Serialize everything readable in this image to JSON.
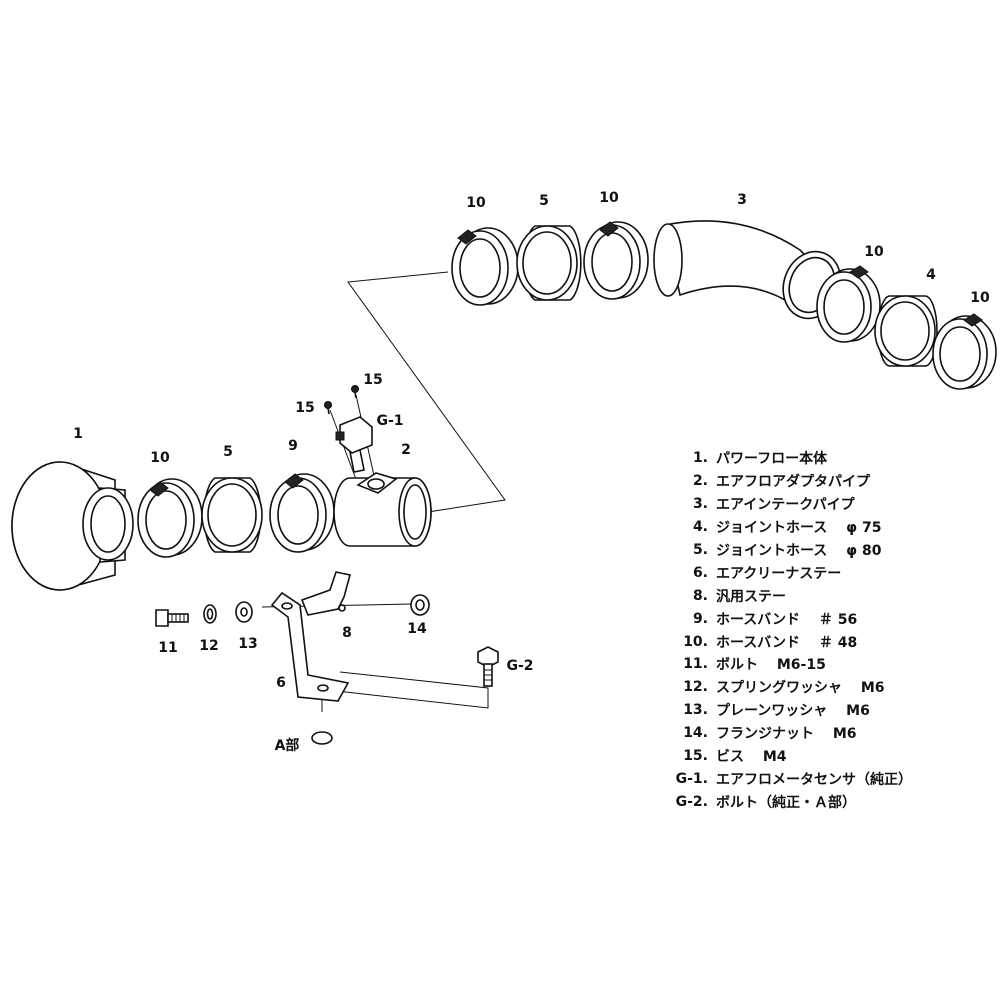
{
  "callouts": {
    "top_clamp_a": "10",
    "top_hose_5": "5",
    "top_clamp_b": "10",
    "intake_pipe": "3",
    "right_clamp_a": "10",
    "hose_4": "4",
    "right_clamp_b": "10",
    "screw_a": "15",
    "screw_b": "15",
    "sensor": "G-1",
    "adapter_pipe": "2",
    "power_flow": "1",
    "low_clamp_10": "10",
    "low_hose_5": "5",
    "low_clamp_9": "9",
    "bolt_11": "11",
    "washer_12": "12",
    "washer_13": "13",
    "stay_8": "8",
    "nut_14": "14",
    "stay_6": "6",
    "bolt_g2": "G-2",
    "a_section": "A部"
  },
  "legend": [
    {
      "num": "1.",
      "text": "パワーフロー本体"
    },
    {
      "num": "2.",
      "text": "エアフロアダプタパイプ"
    },
    {
      "num": "3.",
      "text": "エアインテークパイプ"
    },
    {
      "num": "4.",
      "text": "ジョイントホース　 φ 75"
    },
    {
      "num": "5.",
      "text": "ジョイントホース　 φ 80"
    },
    {
      "num": "6.",
      "text": "エアクリーナステー"
    },
    {
      "num": "8.",
      "text": "汎用ステー"
    },
    {
      "num": "9.",
      "text": "ホースバンド　 ＃ 56"
    },
    {
      "num": "10.",
      "text": "ホースバンド　 ＃ 48"
    },
    {
      "num": "11.",
      "text": "ボルト　 M6-15"
    },
    {
      "num": "12.",
      "text": "スプリングワッシャ　 M6"
    },
    {
      "num": "13.",
      "text": "プレーンワッシャ　 M6"
    },
    {
      "num": "14.",
      "text": "フランジナット　 M6"
    },
    {
      "num": "15.",
      "text": "ビス　 M4"
    },
    {
      "num": "G-1.",
      "text": "エアフロメータセンサ（純正）"
    },
    {
      "num": "G-2.",
      "text": "ボルト（純正・Ａ部）"
    }
  ]
}
